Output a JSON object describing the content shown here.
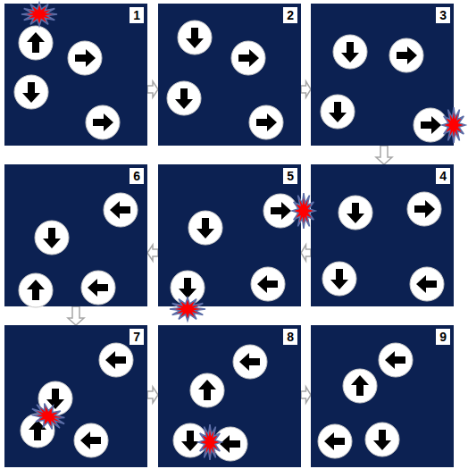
{
  "diagram": {
    "nodes": [
      {
        "text": [
          "1"
        ]
      },
      {
        "text": [
          "2"
        ]
      },
      {
        "text": [
          "3"
        ]
      },
      {
        "text": [
          "4"
        ]
      },
      {
        "text": [
          "5"
        ]
      },
      {
        "text": [
          "6"
        ]
      },
      {
        "text": [
          "7"
        ]
      },
      {
        "text": [
          "8"
        ]
      },
      {
        "text": [
          "9"
        ]
      }
    ],
    "edges": [
      {
        "from": 0,
        "to": 1,
        "arrow": "to"
      },
      {
        "from": 1,
        "to": 2,
        "arrow": "to"
      },
      {
        "from": 2,
        "to": 3,
        "arrow": "to"
      },
      {
        "from": 3,
        "to": 4,
        "arrow": "to"
      },
      {
        "from": 4,
        "to": 5,
        "arrow": "to"
      },
      {
        "from": 5,
        "to": 6,
        "arrow": "to"
      },
      {
        "from": 6,
        "to": 7,
        "arrow": "to"
      },
      {
        "from": 7,
        "to": 8,
        "arrow": "to"
      }
    ]
  }
}
